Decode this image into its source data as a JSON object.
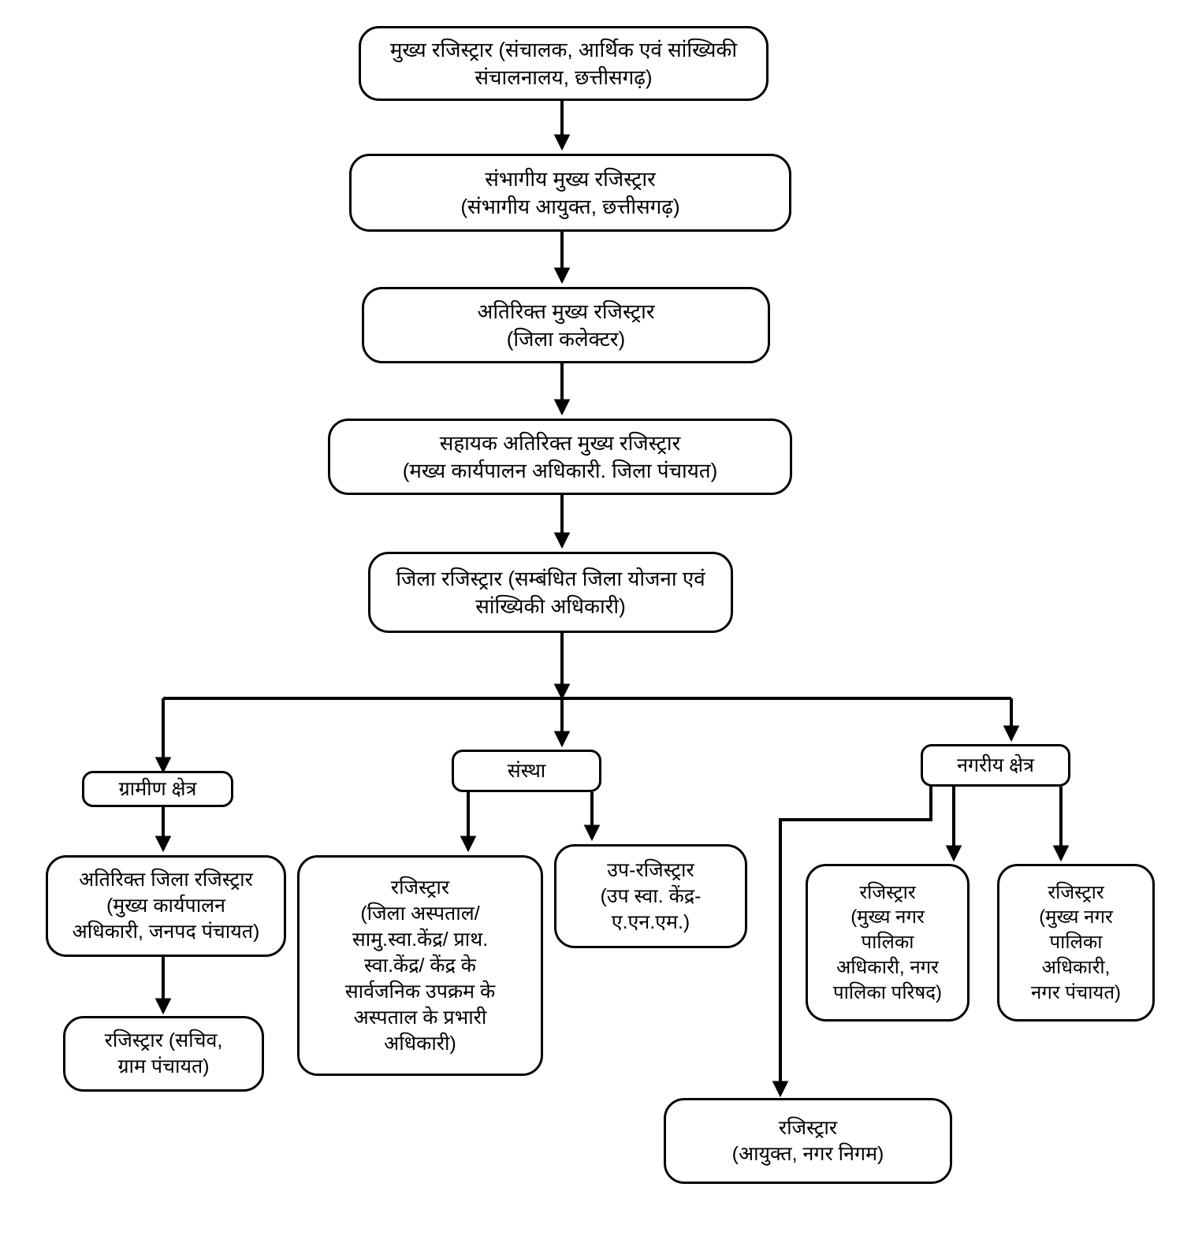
{
  "diagram": {
    "title": "Civil Registration Hierarchy Flowchart (Chhattisgarh)",
    "language": "hi",
    "background_color": "#ffffff",
    "line_color": "#000000",
    "text_color": "#000000",
    "nodes": {
      "chief_registrar": "मुख्य रजिस्ट्रार (संचालक, आर्थिक एवं सांख्यिकी\nसंचालनालय, छत्तीसगढ़)",
      "divisional_chief_registrar": "संभागीय मुख्य रजिस्ट्रार\n(संभागीय आयुक्त, छत्तीसगढ़)",
      "additional_chief_registrar": "अतिरिक्त मुख्य रजिस्ट्रार\n(जिला कलेक्टर)",
      "assistant_additional_chief_registrar": "सहायक अतिरिक्त मुख्य रजिस्ट्रार\n(मख्य कार्यपालन अधिकारी. जिला पंचायत)",
      "district_registrar": "जिला रजिस्ट्रार (सम्बंधित जिला योजना एवं\nसांख्यिकी अधिकारी)",
      "rural_area": "ग्रामीण क्षेत्र",
      "institution": "संस्था",
      "urban_area": "नगरीय क्षेत्र",
      "additional_district_registrar": "अतिरिक्त जिला रजिस्ट्रार\n(मुख्य कार्यपालन\nअधिकारी, जनपद पंचायत)",
      "registrar_gram_panchayat": "रजिस्ट्रार (सचिव,\nग्राम पंचायत)",
      "registrar_hospital": "रजिस्ट्रार\n(जिला अस्पताल/\nसामु.स्वा.केंद्र/ प्राथ.\nस्वा.केंद्र/ केंद्र के\nसार्वजनिक  उपक्रम के\nअस्पताल के प्रभारी\nअधिकारी)",
      "sub_registrar": "उप-रजिस्ट्रार\n(उप स्वा. केंद्र-\nए.एन.एम.)",
      "registrar_nagar_palika_parishad": "रजिस्ट्रार\n(मुख्य नगर\nपालिका\nअधिकारी, नगर\nपालिका परिषद)",
      "registrar_nagar_panchayat": "रजिस्ट्रार\n(मुख्य नगर\nपालिका\nअधिकारी,\nनगर पंचायत)",
      "registrar_nagar_nigam": "रजिस्ट्रार\n(आयुक्त, नगर निगम)"
    }
  }
}
